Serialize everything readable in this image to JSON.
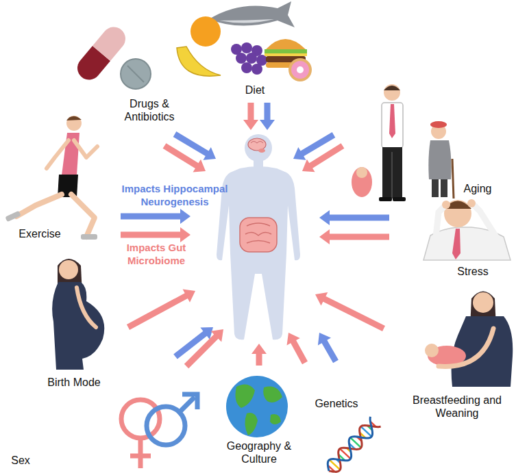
{
  "diagram": {
    "labels": [
      "Diet",
      "Drugs & Antibiotics",
      "Aging",
      "Exercise",
      "Stress",
      "Birth Mode",
      "Genetics",
      "Breastfeeding and Weaning",
      "Geography & Culture",
      "Sex"
    ],
    "legend": [
      {
        "text": "Impacts Hippocampal Neurogenesis"
      },
      {
        "text": "Impacts Gut Microbiome"
      }
    ]
  }
}
